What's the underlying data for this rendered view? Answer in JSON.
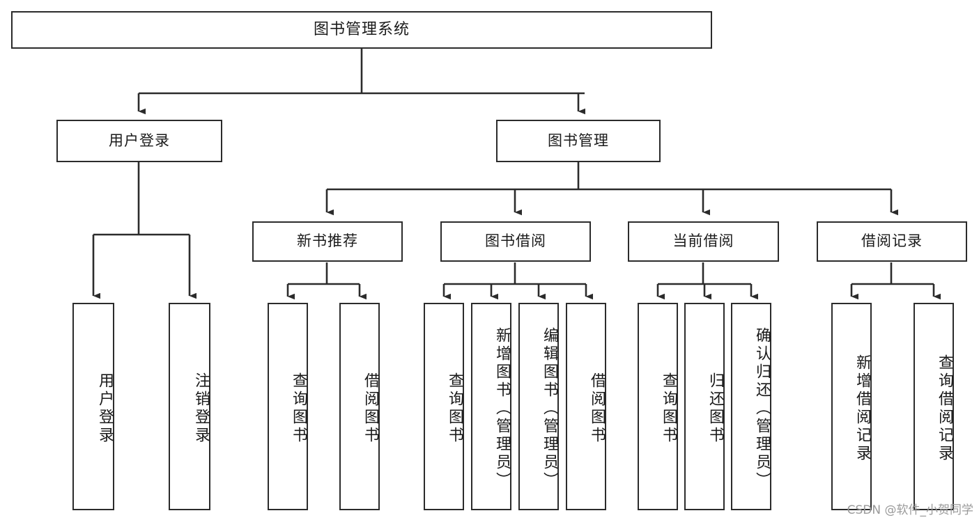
{
  "diagram": {
    "title": "图书管理系统",
    "type": "tree-hierarchy-diagram",
    "watermark": "CSDN @软件_小贺同学",
    "colors": {
      "stroke": "#2b2b2b",
      "fill": "#ffffff",
      "text": "#1a1a1a",
      "watermark": "#9a9a9a"
    },
    "nodes": {
      "root": {
        "label": "图书管理系统",
        "level": 1
      },
      "l2": [
        {
          "id": "user-login",
          "label": "用户登录",
          "level": 2
        },
        {
          "id": "book-manage",
          "label": "图书管理",
          "level": 2
        }
      ],
      "l3": [
        {
          "id": "new-book-recommend",
          "label": "新书推荐",
          "level": 3
        },
        {
          "id": "book-borrow",
          "label": "图书借阅",
          "level": 3
        },
        {
          "id": "current-borrow",
          "label": "当前借阅",
          "level": 3
        },
        {
          "id": "borrow-record",
          "label": "借阅记录",
          "level": 3
        }
      ],
      "leaves": {
        "user-login": [
          {
            "id": "leaf-user-login",
            "label": "用户登录"
          },
          {
            "id": "leaf-user-logout",
            "label": "注销登录"
          }
        ],
        "new-book-recommend": [
          {
            "id": "leaf-query-book-1",
            "label": "查询图书"
          },
          {
            "id": "leaf-borrow-book-1",
            "label": "借阅图书"
          }
        ],
        "book-borrow": [
          {
            "id": "leaf-query-book-2",
            "label": "查询图书"
          },
          {
            "id": "leaf-add-book",
            "label": "新增图书（管理员）"
          },
          {
            "id": "leaf-edit-book",
            "label": "编辑图书（管理员）"
          },
          {
            "id": "leaf-borrow-book-2",
            "label": "借阅图书"
          }
        ],
        "current-borrow": [
          {
            "id": "leaf-query-book-3",
            "label": "查询图书"
          },
          {
            "id": "leaf-return-book",
            "label": "归还图书"
          },
          {
            "id": "leaf-confirm-return",
            "label": "确认归还（管理员）"
          }
        ],
        "borrow-record": [
          {
            "id": "leaf-add-record",
            "label": "新增借阅记录"
          },
          {
            "id": "leaf-query-record",
            "label": "查询借阅记录"
          }
        ]
      }
    },
    "edges": [
      {
        "from": "图书管理系统",
        "to": "用户登录"
      },
      {
        "from": "图书管理系统",
        "to": "图书管理"
      },
      {
        "from": "用户登录",
        "to": "用户登录"
      },
      {
        "from": "用户登录",
        "to": "注销登录"
      },
      {
        "from": "图书管理",
        "to": "新书推荐"
      },
      {
        "from": "图书管理",
        "to": "图书借阅"
      },
      {
        "from": "图书管理",
        "to": "当前借阅"
      },
      {
        "from": "图书管理",
        "to": "借阅记录"
      },
      {
        "from": "新书推荐",
        "to": "查询图书"
      },
      {
        "from": "新书推荐",
        "to": "借阅图书"
      },
      {
        "from": "图书借阅",
        "to": "查询图书"
      },
      {
        "from": "图书借阅",
        "to": "新增图书（管理员）"
      },
      {
        "from": "图书借阅",
        "to": "编辑图书（管理员）"
      },
      {
        "from": "图书借阅",
        "to": "借阅图书"
      },
      {
        "from": "当前借阅",
        "to": "查询图书"
      },
      {
        "from": "当前借阅",
        "to": "归还图书"
      },
      {
        "from": "当前借阅",
        "to": "确认归还（管理员）"
      },
      {
        "from": "借阅记录",
        "to": "新增借阅记录"
      },
      {
        "from": "借阅记录",
        "to": "查询借阅记录"
      }
    ]
  }
}
